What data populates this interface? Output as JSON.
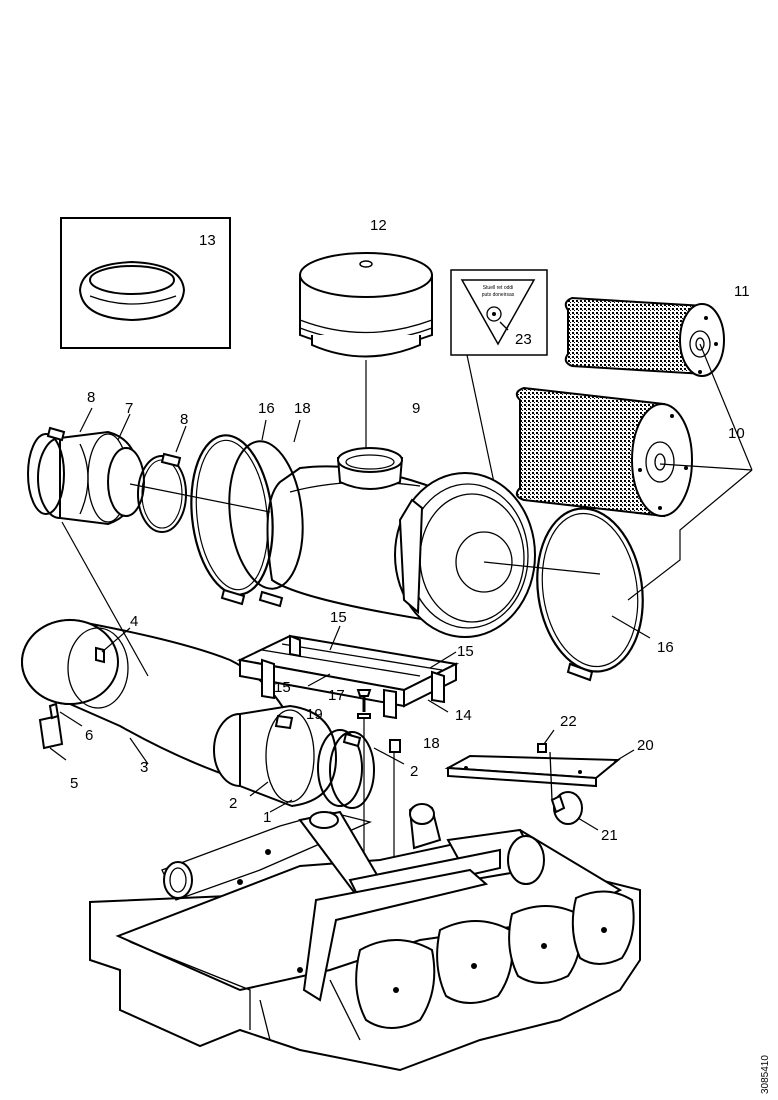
{
  "callouts": {
    "c1": "1",
    "c2a": "2",
    "c2b": "2",
    "c3": "3",
    "c4": "4",
    "c5": "5",
    "c6": "6",
    "c7": "7",
    "c8a": "8",
    "c8b": "8",
    "c9": "9",
    "c10": "10",
    "c11": "11",
    "c12": "12",
    "c13": "13",
    "c14": "14",
    "c15a": "15",
    "c15b": "15",
    "c15c": "15",
    "c16a": "16",
    "c16b": "16",
    "c17": "17",
    "c18a": "18",
    "c18b": "18",
    "c19": "19",
    "c20": "20",
    "c21": "21",
    "c22": "22",
    "c23": "23"
  },
  "decal": {
    "line1": "Stuell ret oddi",
    "line2": "puts doneirsas"
  },
  "drawing_id": "3085410"
}
